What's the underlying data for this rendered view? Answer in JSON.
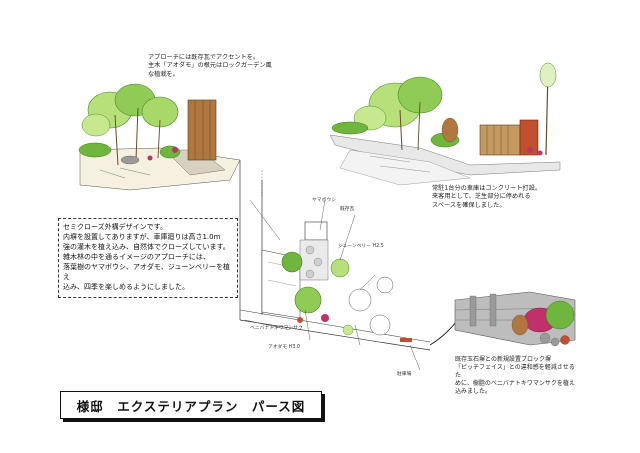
{
  "notes": {
    "top": "アプローチには既存瓦でアクセントを。\n主木「アオダモ」の根元はロックガーデン風\nな植栽を。",
    "right": "常駐1台分の車庫はコンクリート打設。\n来客用として、芝生部分に停めれる\nスペースを確保しました。",
    "bottom": "既存玉石塀との新規設置ブロック塀\n「ピッチフェイス」との違和感を軽減させるた\nめに、樹脂のベニバナトキワマンサクを植え\n込みました。",
    "main": "セミクローズ外構デザインです。\n内塀を設置してありますが、車庫廻りは高さ1.0m\n強の灌木を植え込み、自然体でクローズしています。\n雑木林の中を通るイメージのアプローチには、\n落葉樹のヤマボウシ、アオダモ、ジューンベリーを植え\n込み、四季を楽しめるようにしました。"
  },
  "title": "様邸　エクステリアプラン　パース図",
  "plan_labels": [
    "ジューンベリー H2.5",
    "アオダモ H3.0",
    "ヤマボウシ",
    "ベニバナトキワマンサク",
    "既存瓦",
    "駐車場"
  ],
  "colors": {
    "tree_green": "#6fb63c",
    "light_green": "#b8e07a",
    "wood": "#b07840",
    "brick": "#c05030",
    "stone": "#9a9a9a",
    "flower": "#c0306a",
    "ink": "#333333"
  }
}
